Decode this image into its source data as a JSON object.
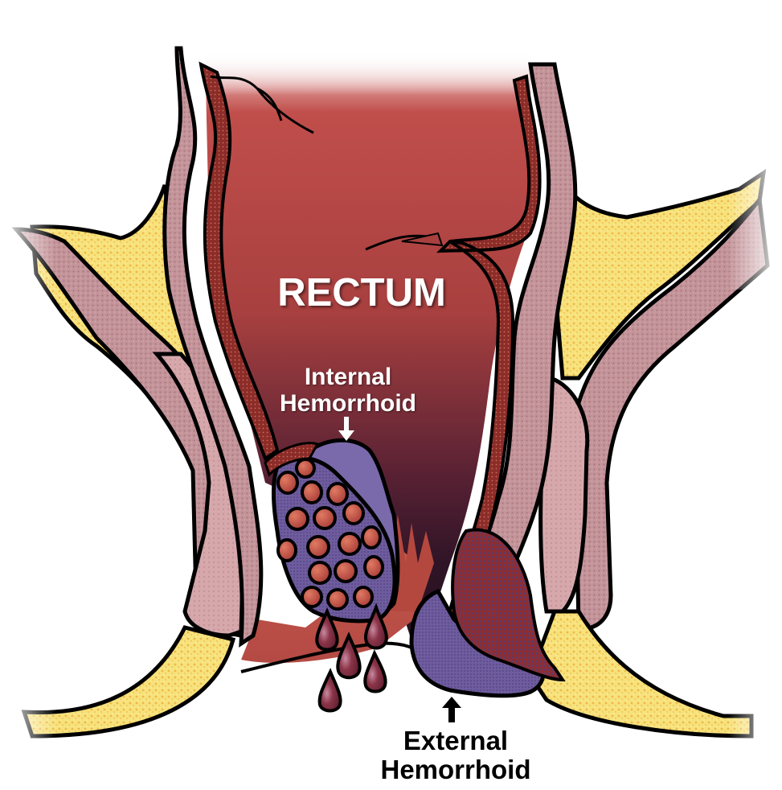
{
  "figure": {
    "subject": "Hemorrhoids cross-section anatomy",
    "labels": {
      "rectum": "RECTUM",
      "internal_hemorrhoid": {
        "line1": "Internal",
        "line2": "Hemorrhoid"
      },
      "external_hemorrhoid": {
        "line1": "External",
        "line2": "Hemorrhoid"
      }
    },
    "arrows": {
      "internal": "arrow-down-icon",
      "external": "arrow-up-icon"
    },
    "colors": {
      "rectum_lumen": "#b84a48",
      "rectum_dark": "#3a1a2c",
      "muscle_pink": "#c99aa0",
      "fat_yellow": "#f4d870",
      "mucosa_dotted": "#8a2e2a",
      "hemorrhoid_purple": "#6c5a9c",
      "blood_drop": "#7a2a3a",
      "outline": "#000000"
    }
  }
}
